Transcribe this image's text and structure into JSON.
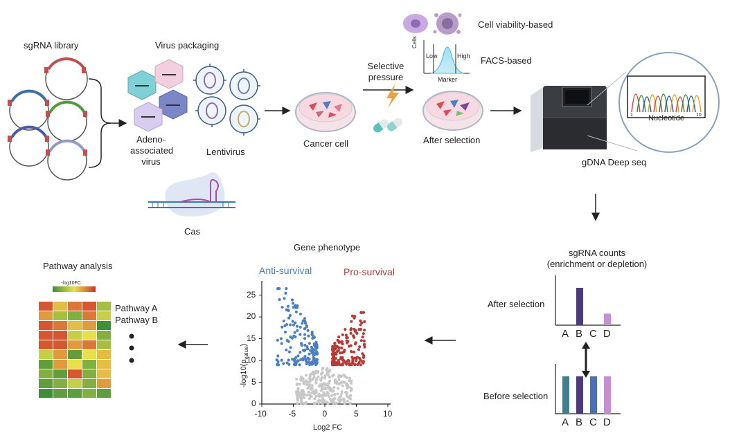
{
  "labels": {
    "sgrna_library": "sgRNA library",
    "virus_packaging": "Virus packaging",
    "aav_line1": "Adeno-",
    "aav_line2": "associated",
    "aav_line3": "virus",
    "lentivirus": "Lentivirus",
    "cas": "Cas",
    "cancer_cell": "Cancer cell",
    "selective_line1": "Selective",
    "selective_line2": "pressure",
    "after_selection": "After selection",
    "cell_viability": "Cell viability-based",
    "facs": "FACS-based",
    "gdna": "gDNA Deep seq",
    "nucleotide": "Nucleotide",
    "nuc_start": "1",
    "nuc_end": "10",
    "sgrna_counts_line1": "sgRNA counts",
    "sgrna_counts_line2": "(enrichment or depletion)",
    "after_selection_row": "After selection",
    "before_selection_row": "Before selection",
    "gene_phenotype": "Gene phenotype",
    "anti_survival": "Anti-survival",
    "pro_survival": "Pro-survival",
    "pathway_analysis": "Pathway analysis",
    "pathway_a": "Pathway A",
    "pathway_b": "Pathway B",
    "colorbar_label": "-log10FC",
    "facs_cells": "Cells",
    "facs_low": "Low",
    "facs_high": "High",
    "facs_marker": "Marker"
  },
  "colors": {
    "plasmid_red": "#c0504d",
    "plasmid_blue": "#3e6fa8",
    "plasmid_green": "#4f9a3c",
    "plasmid_lavender": "#8f9cc8",
    "anti_survival": "#4a7fc1",
    "pro_survival": "#b73b36",
    "ns_points": "#c8c8c8",
    "bar_teal": "#3f7f8f",
    "bar_purple": "#4b3a7c",
    "bar_blue": "#4d6fb5",
    "bar_pink": "#c58fd1"
  },
  "sgrna_counts": {
    "categories": [
      "A",
      "B",
      "C",
      "D"
    ],
    "after_selection": [
      0,
      26,
      0,
      8
    ],
    "before_selection": [
      26,
      26,
      26,
      26
    ]
  },
  "volcano": {
    "xlabel": "Log2 FC",
    "ylabel": "-log10(p",
    "ylabel_sub": "value",
    "ylabel_close": ")",
    "x_ticks": [
      "-10",
      "-5",
      "0",
      "5",
      "10"
    ],
    "y_ticks": [
      "0",
      "5",
      "10",
      "15",
      "20",
      "25"
    ],
    "xlim": [
      -10,
      10
    ],
    "ylim": [
      0,
      27
    ]
  },
  "heatmap_values": [
    [
      0.9,
      0.6,
      0.8,
      0.9,
      0.3
    ],
    [
      0.7,
      0.3,
      0.2,
      0.8,
      0.4
    ],
    [
      0.9,
      0.8,
      0.6,
      0.7,
      0.0
    ],
    [
      0.9,
      0.9,
      0.4,
      0.5,
      0.2
    ],
    [
      0.9,
      0.9,
      0.7,
      0.8,
      0.3
    ],
    [
      0.4,
      0.7,
      0.1,
      0.5,
      0.6
    ],
    [
      0.1,
      0.7,
      0.5,
      0.2,
      0.6
    ],
    [
      0.2,
      0.1,
      0.9,
      0.2,
      0.6
    ],
    [
      0.1,
      0.2,
      0.4,
      0.2,
      0.7
    ],
    [
      0.0,
      0.1,
      0.1,
      0.2,
      0.1
    ]
  ]
}
